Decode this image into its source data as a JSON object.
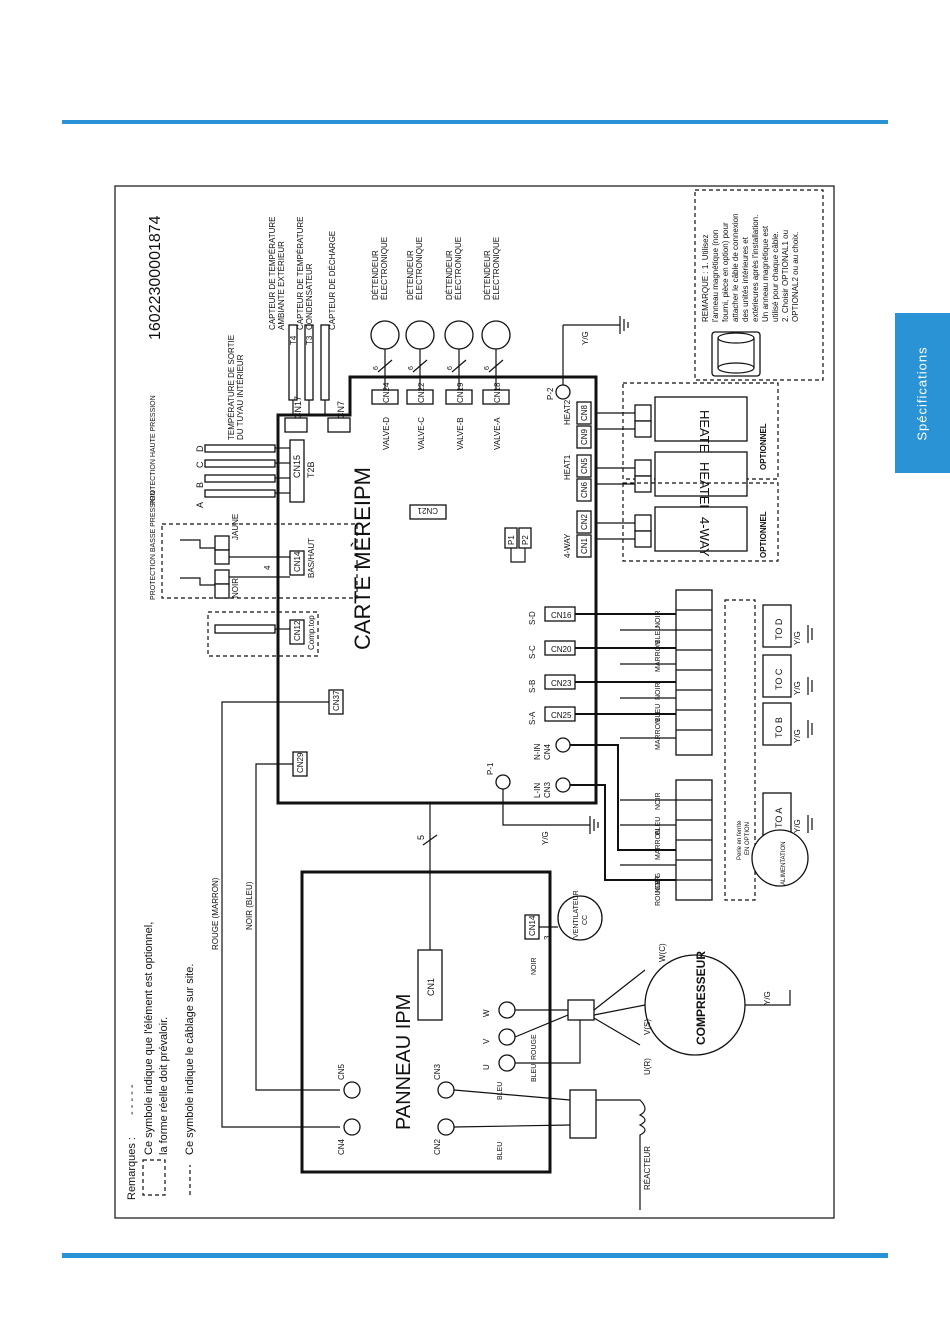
{
  "page": {
    "side_tab": "Spécifications"
  },
  "diagram": {
    "part_number": "16022300001874",
    "main_board": "CARTE MÈREIPM",
    "ipm_board": "PANNEAU IPM",
    "remarks": {
      "title": "Remarques :",
      "dash_sample": "- - - - -",
      "optional_line1": "Ce symbole indique que l'élément est optionnel,",
      "optional_line2": "la forme réelle doit prévaloir.",
      "site_wiring": "Ce symbole indique le câblage sur site."
    },
    "note": {
      "lines": [
        "REMARQUE : 1. Utilisez",
        "l'anneau magnétique (non",
        "fourni, pièce en option) pour",
        "attacher le câble de connexion",
        "des unités intérieures et",
        "extérieures après l'installation.",
        "Un anneau magnétique est",
        "utilisé pour chaque câble.",
        "2. Choisir OPTIONAL1 ou",
        "OPTIONAL2 ou au choix."
      ]
    },
    "sensors": {
      "t4_line1": "CAPTEUR DE TEMPÉRATURE",
      "t4_line2": "AMBIANTE EXTÉRIEUR",
      "t3_line1": "CAPTEUR DE TEMPÉRATURE",
      "t3_line2": "CONDENSATEUR",
      "discharge": "CAPTEUR DE DÉCHARGE",
      "pipe_line1": "TEMPÉRATURE DE SORTIE",
      "pipe_line2": "DU TUYAU INTÉRIEUR",
      "t4": "T4",
      "t3": "T3",
      "t2b": "T2B",
      "letters": [
        "A",
        "B",
        "C",
        "D"
      ]
    },
    "valves": {
      "label_line1": "DÉTENDEUR",
      "label_line2": "ÉLECTRONIQUE",
      "count": "6",
      "names": [
        "VALVE-D",
        "VALVE-C",
        "VALVE-B",
        "VALVE-A"
      ],
      "connectors": [
        "CN24",
        "CN22",
        "CN19",
        "CN18"
      ]
    },
    "connectors": {
      "cn17": "CN17",
      "cn7": "CN7",
      "cn15": "CN15",
      "cn14a": "CN14",
      "cn12": "CN12",
      "cn37": "CN37",
      "cn29": "CN29",
      "cn21": "CN21",
      "cn16": "CN16",
      "cn20": "CN20",
      "cn23": "CN23",
      "cn25": "CN25",
      "cn4": "CN4",
      "cn3": "CN3",
      "cn1": "CN1",
      "cn2": "CN2",
      "cn5": "CN5",
      "cn6": "CN6",
      "cn9": "CN9",
      "cn8": "CN8",
      "cn14b": "CN14",
      "ipm_cn1": "CN1",
      "ipm_cn2": "CN2",
      "ipm_cn3": "CN3",
      "ipm_cn4": "CN4",
      "ipm_cn5": "CN5",
      "p1": "P1",
      "p2": "P2",
      "pm1": "P-1",
      "pm2": "P-2",
      "s_a": "S-A",
      "s_b": "S-B",
      "s_c": "S-C",
      "s_d": "S-D",
      "nin": "N-IN",
      "lin": "L-IN",
      "four_way": "4-WAY",
      "heat1": "HEAT1",
      "heat2": "HEAT2"
    },
    "pressure": {
      "high": "PROTECTION HAUTE PRESSION",
      "low": "PROTECTION BASSE PRESSION",
      "jaune": "JAUNE",
      "noir": "NOIR",
      "bas_haut": "BAS/HAUT",
      "comp_top": "Comp.top",
      "four": "4"
    },
    "components": {
      "heater1": "HEATER1",
      "heater2": "HEATER2",
      "fourway": "4-WAY",
      "optional": "OPTIONNEL",
      "compressor": "COMPRESSEUR",
      "fan_line1": "VENTILATEUR",
      "fan_line2": "CC",
      "reactor": "RÉACTEUR",
      "supply": "ALIMENTATION",
      "ferrite_line1": "Perle en ferrite",
      "ferrite_line2": "EN OPTION"
    },
    "wires": {
      "rouge_marron": "ROUGE (MARRON)",
      "noir_bleu": "NOIR (BLEU)",
      "noir": "NOIR",
      "bleu": "BLEU",
      "marron": "MARRON",
      "rouge": "ROUGE",
      "yg": "Y/G",
      "five": "5",
      "three": "3",
      "u": "U",
      "v": "V",
      "w": "W",
      "ur": "U(R)",
      "vs": "V(S)",
      "wc": "W(C)"
    },
    "terminals": {
      "to_a": "TO A",
      "to_b": "TO B",
      "to_c": "TO C",
      "to_d": "TO D"
    }
  }
}
